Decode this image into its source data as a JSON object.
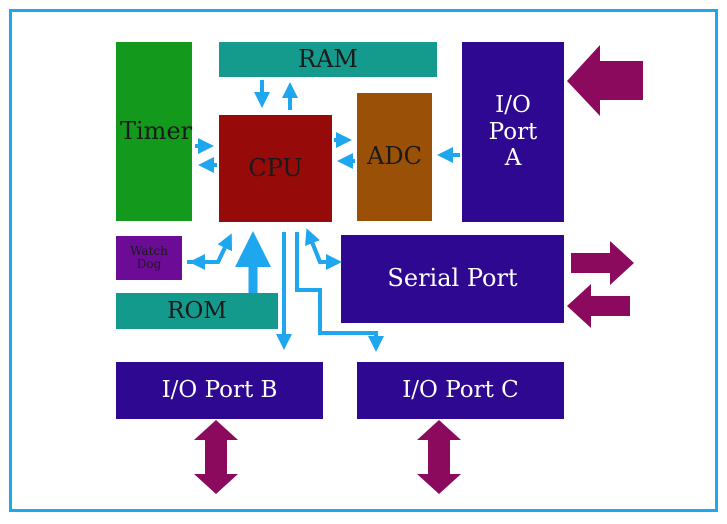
{
  "colors": {
    "frame": "#1ea7ee",
    "bus_arrow": "#1ea7ee",
    "external_arrow": "#8b0a5e",
    "timer": "#139a1c",
    "ram": "#159a8e",
    "cpu": "#960a0a",
    "adc": "#9b5008",
    "io_port": "#2e0890",
    "watchdog": "#6c0c96",
    "rom": "#139a8c"
  },
  "blocks": {
    "timer": "Timer",
    "ram": "RAM",
    "cpu": "CPU",
    "adc": "ADC",
    "io_port_a": "I/O Port A",
    "watchdog": "Watch Dog",
    "serial_port": "Serial Port",
    "rom": "ROM",
    "io_port_b": "I/O Port B",
    "io_port_c": "I/O Port C"
  }
}
